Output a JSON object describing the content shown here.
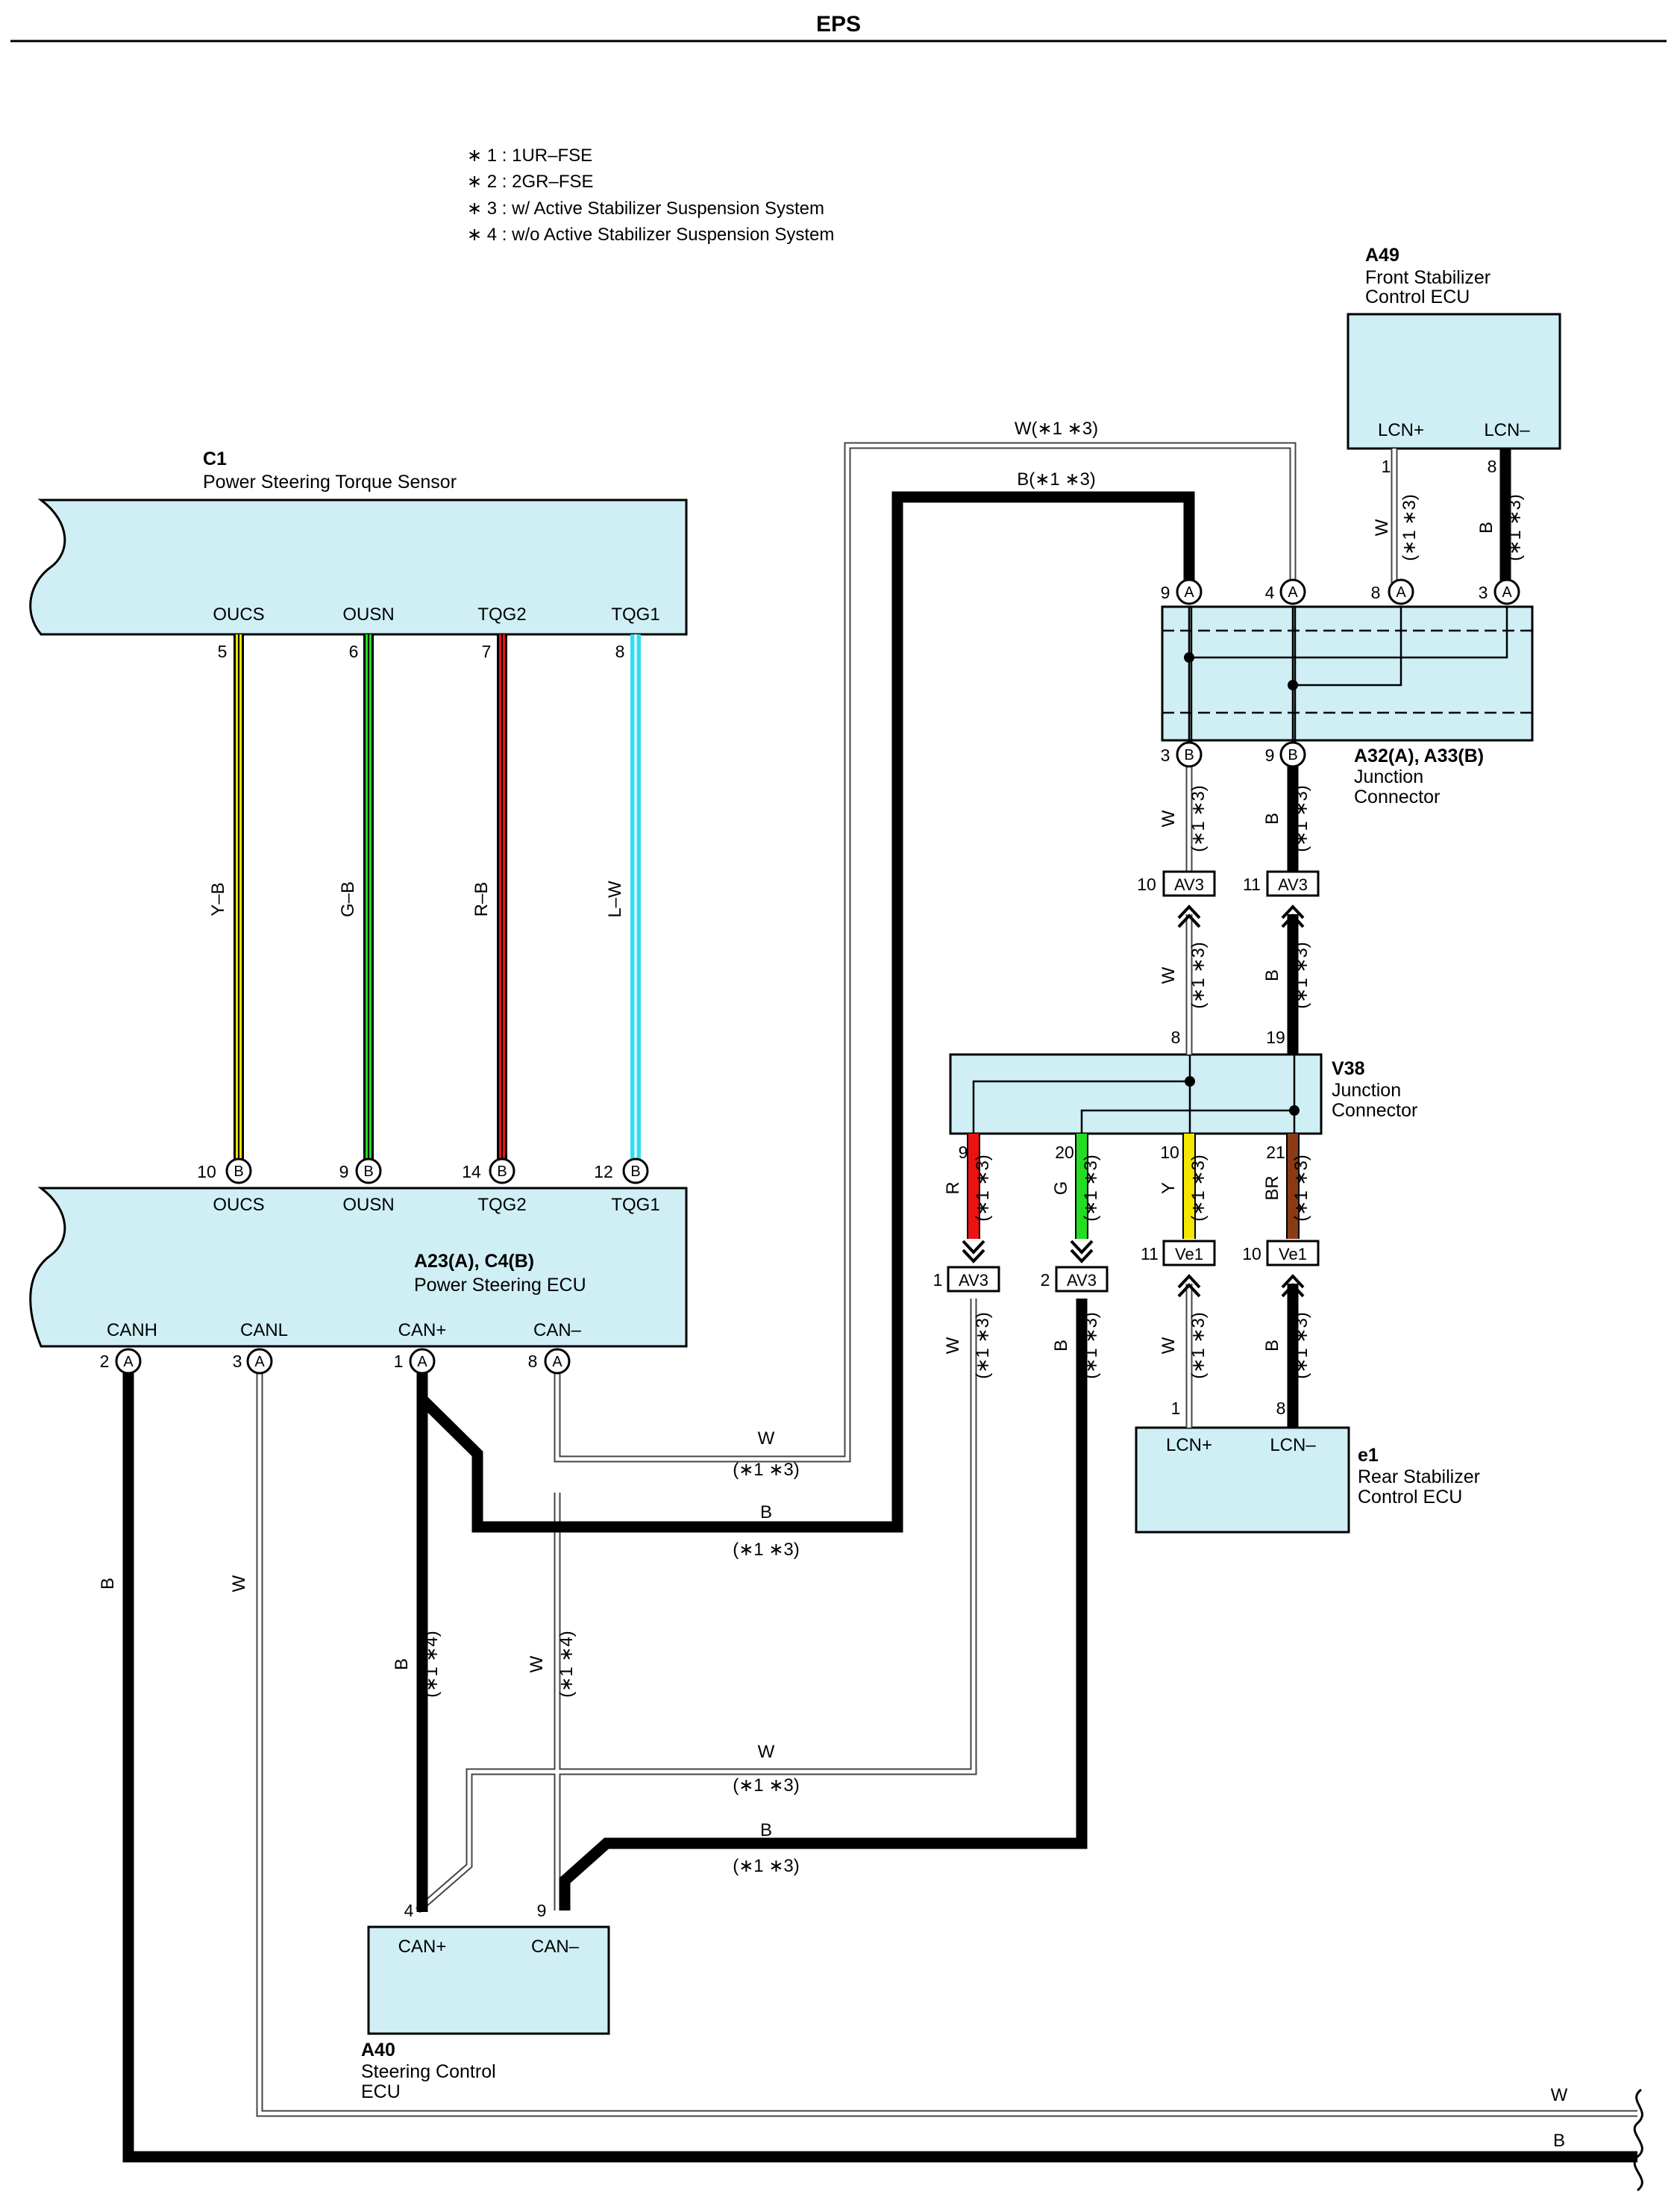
{
  "header": {
    "title": "EPS"
  },
  "notes": [
    "∗ 1 : 1UR–FSE",
    "∗ 2 : 2GR–FSE",
    "∗ 3 : w/ Active Stabilizer Suspension System",
    "∗ 4 : w/o Active Stabilizer Suspension System"
  ],
  "colors": {
    "component_fill": "#cfeff5",
    "wire_yellow": "#f5e600",
    "wire_green": "#22dd22",
    "wire_red": "#ee1111",
    "wire_lightblue": "#33ddee",
    "wire_brown": "#8b3a14",
    "wire_white": "#ffffff",
    "wire_black": "#000000"
  },
  "components": {
    "c1": {
      "code": "C1",
      "name": "Power Steering Torque Sensor",
      "pins": [
        "OUCS",
        "OUSN",
        "TQG2",
        "TQG1"
      ]
    },
    "ecu": {
      "code": "A23(A), C4(B)",
      "name": "Power Steering ECU",
      "pins_top": [
        "OUCS",
        "OUSN",
        "TQG2",
        "TQG1"
      ],
      "pins_bottom": [
        "CANH",
        "CANL",
        "CAN+",
        "CAN–"
      ]
    },
    "a49": {
      "code": "A49",
      "name_line1": "Front Stabilizer",
      "name_line2": "Control ECU",
      "pins": [
        "LCN+",
        "LCN–"
      ]
    },
    "jc_a32": {
      "code": "A32(A), A33(B)",
      "name_line1": "Junction",
      "name_line2": "Connector"
    },
    "v38": {
      "code": "V38",
      "name_line1": "Junction",
      "name_line2": "Connector"
    },
    "e1": {
      "code": "e1",
      "name_line1": "Rear Stabilizer",
      "name_line2": "Control ECU",
      "pins": [
        "LCN+",
        "LCN–"
      ]
    },
    "a40": {
      "code": "A40",
      "name_line1": "Steering Control",
      "name_line2": "ECU",
      "pins": [
        "CAN+",
        "CAN–"
      ]
    }
  },
  "connectors": {
    "av3": "AV3",
    "ve1": "Ve1"
  },
  "pin_numbers": {
    "c1": [
      "5",
      "6",
      "7",
      "8"
    ],
    "ecu_top": [
      "10",
      "9",
      "14",
      "12"
    ],
    "ecu_bottom": [
      "2",
      "3",
      "1",
      "8"
    ],
    "a49": [
      "1",
      "8"
    ],
    "jc_top": [
      "9",
      "4",
      "8",
      "3"
    ],
    "jc_bottom": [
      "3",
      "9"
    ],
    "av3_upper": [
      "10",
      "11"
    ],
    "v38_top": [
      "8",
      "19"
    ],
    "v38_bottom": [
      "9",
      "20",
      "10",
      "21"
    ],
    "av3_lower": [
      "1",
      "2"
    ],
    "ve1": [
      "11",
      "10"
    ],
    "e1": [
      "1",
      "8"
    ],
    "a40": [
      "4",
      "9"
    ]
  },
  "pin_letters": {
    "a": "A",
    "b": "B"
  },
  "wire_labels": {
    "yb": "Y–B",
    "gb": "G–B",
    "rb": "R–B",
    "lw": "L–W",
    "w": "W",
    "b": "B",
    "r": "R",
    "g": "G",
    "y": "Y",
    "br": "BR",
    "w13": "W(∗1 ∗3)",
    "b13": "B(∗1 ∗3)",
    "n13": "(∗1 ∗3)",
    "n14": "(∗1 ∗4)"
  }
}
